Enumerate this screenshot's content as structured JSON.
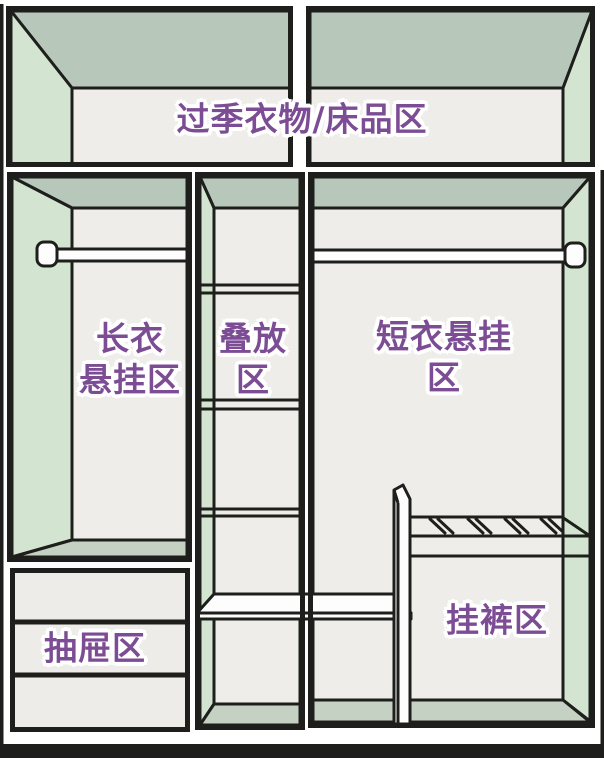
{
  "diagram": {
    "name": "wardrobe-zoning-diagram",
    "zones": [
      {
        "id": "seasonal-bedding",
        "label": "过季衣物/床品区"
      },
      {
        "id": "long-garment-hanging",
        "label": "长衣\n悬挂区"
      },
      {
        "id": "folding",
        "label": "叠放\n区"
      },
      {
        "id": "short-garment-hanging",
        "label": "短衣悬挂区"
      },
      {
        "id": "drawers",
        "label": "抽屉区"
      },
      {
        "id": "pants-hanging",
        "label": "挂裤区"
      }
    ]
  },
  "colors": {
    "ceiling": "#b7c7ba",
    "wall": "#d3e5d0",
    "back": "#eeedea",
    "floor": "#c5d2c3",
    "drawer_back": "#eeece9",
    "line": "#1e1e1c",
    "board": "#fdfdfd",
    "label": "#7c4d94"
  }
}
